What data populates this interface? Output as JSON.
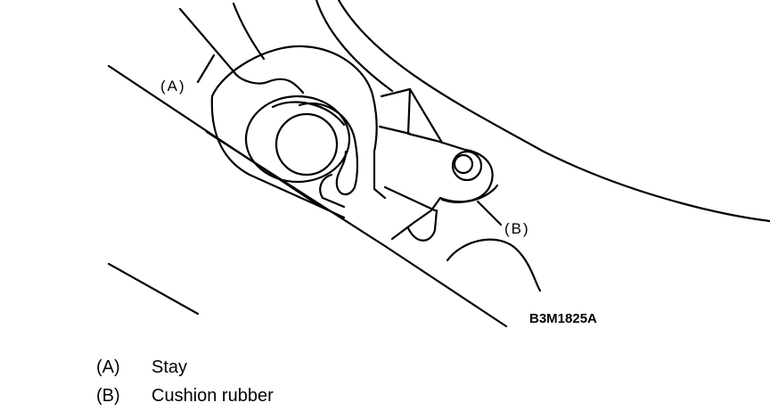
{
  "figure": {
    "code": "B3M1825A",
    "callouts": [
      {
        "id": "A",
        "text": "(A)"
      },
      {
        "id": "B",
        "text": "(B)"
      }
    ]
  },
  "legend": [
    {
      "key": "(A)",
      "label": "Stay"
    },
    {
      "key": "(B)",
      "label": "Cushion rubber"
    }
  ]
}
